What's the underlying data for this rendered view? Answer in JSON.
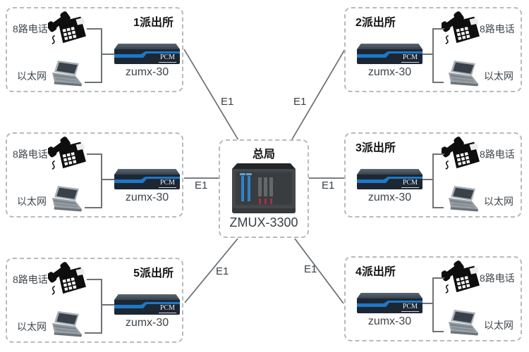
{
  "colors": {
    "accent_blue": "#1d78c8",
    "device_body": "#1d2733",
    "chassis_body": "#44484b",
    "card_blue": "#2e82cf",
    "card_red": "#a63049",
    "dashed_border": "#b7bbbd",
    "line_gray": "#6d7276"
  },
  "center": {
    "title": "总局",
    "device_label": "ZMUX-3300"
  },
  "links": [
    {
      "label": "E1"
    },
    {
      "label": "E1"
    },
    {
      "label": "E1"
    },
    {
      "label": "E1"
    },
    {
      "label": "E1"
    },
    {
      "label": "E1"
    }
  ],
  "stations": [
    {
      "title": "1派出所",
      "phone_label": "8路电话",
      "ethernet_label": "以太网",
      "device_label": "zumx-30",
      "device_badge": "PCM"
    },
    {
      "title": "2派出所",
      "phone_label": "8路电话",
      "ethernet_label": "以太网",
      "device_label": "zumx-30",
      "device_badge": "PCM"
    },
    {
      "title": "",
      "phone_label": "8路电话",
      "ethernet_label": "以太网",
      "device_label": "zumx-30",
      "device_badge": "PCM"
    },
    {
      "title": "3派出所",
      "phone_label": "8路电话",
      "ethernet_label": "以太网",
      "device_label": "zumx-30",
      "device_badge": "PCM"
    },
    {
      "title": "5派出所",
      "phone_label": "8路电话",
      "ethernet_label": "以太网",
      "device_label": "zumx-30",
      "device_badge": "PCM"
    },
    {
      "title": "4派出所",
      "phone_label": "8路电话",
      "ethernet_label": "以太网",
      "device_label": "zumx-30",
      "device_badge": "PCM"
    }
  ]
}
